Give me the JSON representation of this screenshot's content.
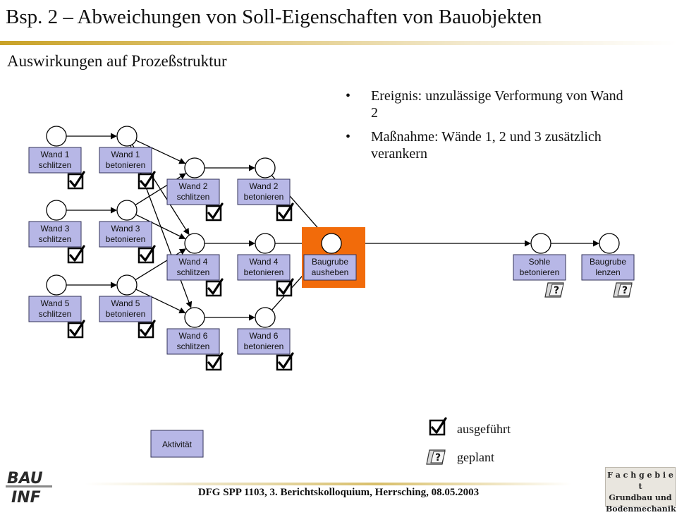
{
  "slide": {
    "title": "Bsp. 2 – Abweichungen von Soll-Eigenschaften von Bauobjekten",
    "subtitle": "Auswirkungen auf Prozeßstruktur",
    "bullets": [
      "Ereignis: unzulässige Verformung von Wand 2",
      "Maßnahme: Wände 1, 2 und 3 zusätzlich verankern"
    ],
    "footer": "DFG SPP 1103, 3. Berichtskolloquium, Herrsching, 08.05.2003",
    "logo_left": "BAU INF",
    "logo_right": [
      "F a c h g e b i e t",
      "Grundbau und",
      "Bodenmechanik"
    ]
  },
  "diagram": {
    "colors": {
      "activity_fill": "#b7b7e6",
      "activity_border": "#33335a",
      "highlight": "#f26b0a",
      "arrow": "#000000"
    },
    "activities": [
      {
        "id": "w1s",
        "label": [
          "Wand 1",
          "schlitzen"
        ],
        "status": "ausgeführt"
      },
      {
        "id": "w1b",
        "label": [
          "Wand 1",
          "betonieren"
        ],
        "status": "ausgeführt"
      },
      {
        "id": "w3s",
        "label": [
          "Wand 3",
          "schlitzen"
        ],
        "status": "ausgeführt"
      },
      {
        "id": "w3b",
        "label": [
          "Wand 3",
          "betonieren"
        ],
        "status": "ausgeführt"
      },
      {
        "id": "w5s",
        "label": [
          "Wand 5",
          "schlitzen"
        ],
        "status": "ausgeführt"
      },
      {
        "id": "w5b",
        "label": [
          "Wand 5",
          "betonieren"
        ],
        "status": "ausgeführt"
      },
      {
        "id": "w2s",
        "label": [
          "Wand 2",
          "schlitzen"
        ],
        "status": "ausgeführt"
      },
      {
        "id": "w2b",
        "label": [
          "Wand 2",
          "betonieren"
        ],
        "status": "ausgeführt"
      },
      {
        "id": "w4s",
        "label": [
          "Wand 4",
          "schlitzen"
        ],
        "status": "ausgeführt"
      },
      {
        "id": "w4b",
        "label": [
          "Wand 4",
          "betonieren"
        ],
        "status": "ausgeführt"
      },
      {
        "id": "w6s",
        "label": [
          "Wand 6",
          "schlitzen"
        ],
        "status": "ausgeführt"
      },
      {
        "id": "w6b",
        "label": [
          "Wand 6",
          "betonieren"
        ],
        "status": "ausgeführt"
      },
      {
        "id": "bga",
        "label": [
          "Baugrube",
          "ausheben"
        ],
        "status": "none",
        "highlight": true
      },
      {
        "id": "sb",
        "label": [
          "Sohle",
          "betonieren"
        ],
        "status": "geplant"
      },
      {
        "id": "bgl",
        "label": [
          "Baugrube",
          "lenzen"
        ],
        "status": "geplant"
      }
    ],
    "edges": [
      [
        "w1s",
        "w1b"
      ],
      [
        "w3s",
        "w3b"
      ],
      [
        "w5s",
        "w5b"
      ],
      [
        "w1b",
        "w2s"
      ],
      [
        "w1b",
        "w4s"
      ],
      [
        "w1b",
        "w6s"
      ],
      [
        "w3b",
        "w2s"
      ],
      [
        "w3b",
        "w4s"
      ],
      [
        "w5b",
        "w4s"
      ],
      [
        "w5b",
        "w6s"
      ],
      [
        "w2s",
        "w2b"
      ],
      [
        "w4s",
        "w4b"
      ],
      [
        "w6s",
        "w6b"
      ],
      [
        "w2b",
        "bga"
      ],
      [
        "w4b",
        "bga"
      ],
      [
        "w6b",
        "bga"
      ],
      [
        "bga",
        "sb"
      ],
      [
        "sb",
        "bgl"
      ]
    ],
    "legend": {
      "activity": "Aktivität",
      "done": "ausgeführt",
      "planned": "geplant"
    }
  }
}
